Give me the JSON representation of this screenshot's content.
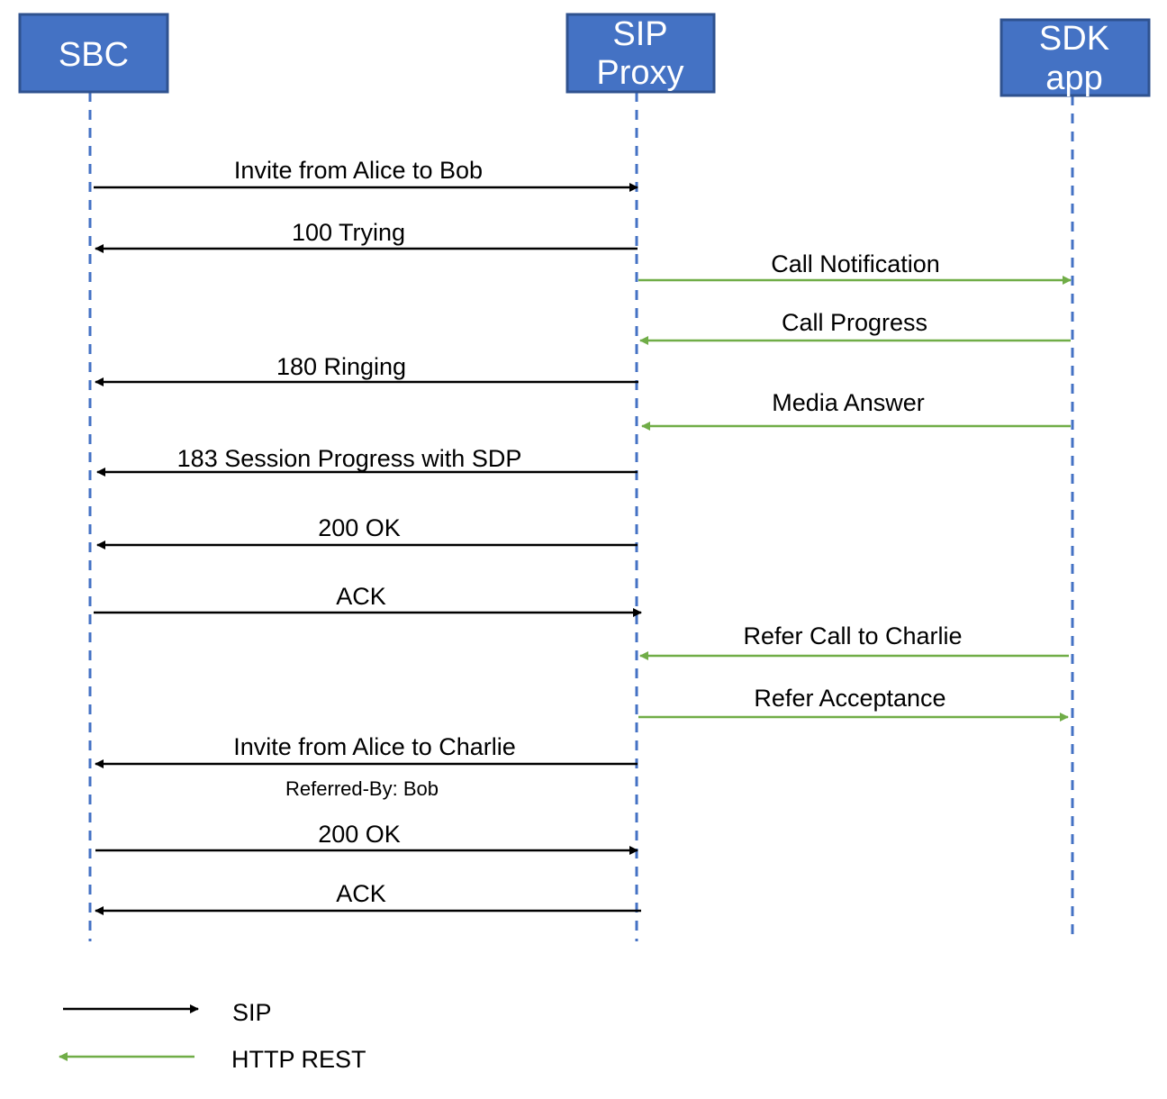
{
  "colors": {
    "box_fill": "#4472c4",
    "box_stroke": "#2f528f",
    "lifeline": "#4472c4",
    "sip": "#000000",
    "http": "#70ad47"
  },
  "participants": [
    {
      "id": "sbc",
      "name": "SBC"
    },
    {
      "id": "proxy",
      "name": "SIP Proxy",
      "lines": [
        "SIP",
        "Proxy"
      ]
    },
    {
      "id": "sdk",
      "name": "SDK app",
      "lines": [
        "SDK",
        "app"
      ]
    }
  ],
  "messages": [
    {
      "label": "Invite from Alice to Bob",
      "from": "sbc",
      "to": "proxy",
      "protocol": "sip"
    },
    {
      "label": "100 Trying",
      "from": "proxy",
      "to": "sbc",
      "protocol": "sip"
    },
    {
      "label": "Call Notification",
      "from": "proxy",
      "to": "sdk",
      "protocol": "http"
    },
    {
      "label": "Call Progress",
      "from": "sdk",
      "to": "proxy",
      "protocol": "http"
    },
    {
      "label": "180 Ringing",
      "from": "proxy",
      "to": "sbc",
      "protocol": "sip"
    },
    {
      "label": "Media Answer",
      "from": "sdk",
      "to": "proxy",
      "protocol": "http"
    },
    {
      "label": "183 Session Progress with SDP",
      "from": "proxy",
      "to": "sbc",
      "protocol": "sip"
    },
    {
      "label": "200 OK",
      "from": "proxy",
      "to": "sbc",
      "protocol": "sip"
    },
    {
      "label": "ACK",
      "from": "sbc",
      "to": "proxy",
      "protocol": "sip"
    },
    {
      "label": "Refer Call to Charlie",
      "from": "sdk",
      "to": "proxy",
      "protocol": "http"
    },
    {
      "label": "Refer Acceptance",
      "from": "proxy",
      "to": "sdk",
      "protocol": "http"
    },
    {
      "label": "Invite from Alice to Charlie",
      "sublabel": "Referred-By: Bob",
      "from": "proxy",
      "to": "sbc",
      "protocol": "sip"
    },
    {
      "label": "200 OK",
      "from": "sbc",
      "to": "proxy",
      "protocol": "sip"
    },
    {
      "label": "ACK",
      "from": "proxy",
      "to": "sbc",
      "protocol": "sip"
    }
  ],
  "legend": [
    {
      "label": "SIP",
      "protocol": "sip",
      "direction": "right"
    },
    {
      "label": "HTTP REST",
      "protocol": "http",
      "direction": "left"
    }
  ]
}
